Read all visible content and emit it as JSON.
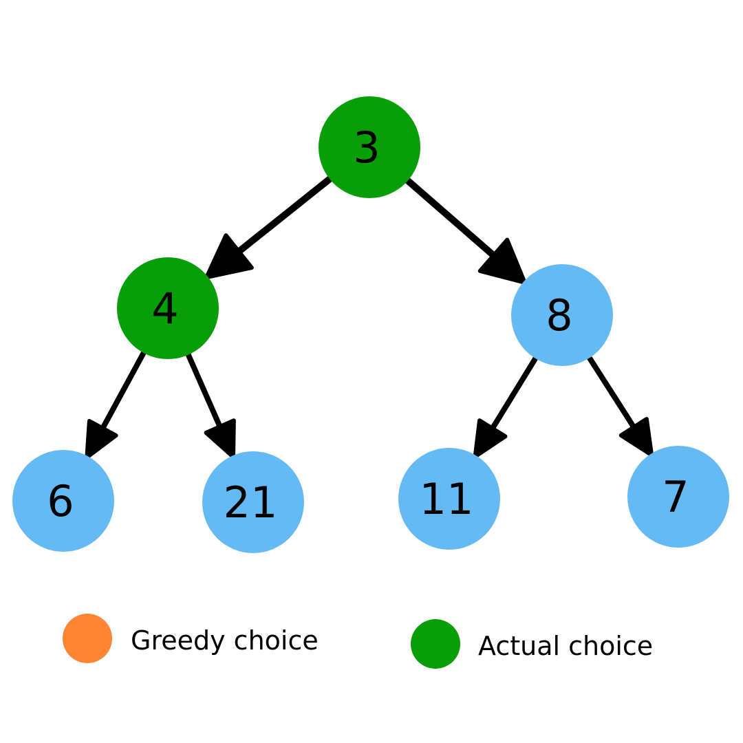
{
  "colors": {
    "greedy": "#FF8533",
    "actual": "#079E07",
    "default": "#66BAF4",
    "edge": "#000000"
  },
  "tree": {
    "nodes": [
      {
        "id": "n3",
        "label": "3",
        "state": "actual"
      },
      {
        "id": "n4",
        "label": "4",
        "state": "actual"
      },
      {
        "id": "n8",
        "label": "8",
        "state": "default"
      },
      {
        "id": "n6",
        "label": "6",
        "state": "default"
      },
      {
        "id": "n21",
        "label": "21",
        "state": "default"
      },
      {
        "id": "n11",
        "label": "11",
        "state": "default"
      },
      {
        "id": "n7",
        "label": "7",
        "state": "default"
      }
    ],
    "edges": [
      {
        "from": "n3",
        "to": "n4"
      },
      {
        "from": "n3",
        "to": "n8"
      },
      {
        "from": "n4",
        "to": "n6"
      },
      {
        "from": "n4",
        "to": "n21"
      },
      {
        "from": "n8",
        "to": "n11"
      },
      {
        "from": "n8",
        "to": "n7"
      }
    ]
  },
  "legend": {
    "greedy_label": "Greedy choice",
    "actual_label": "Actual choice"
  }
}
